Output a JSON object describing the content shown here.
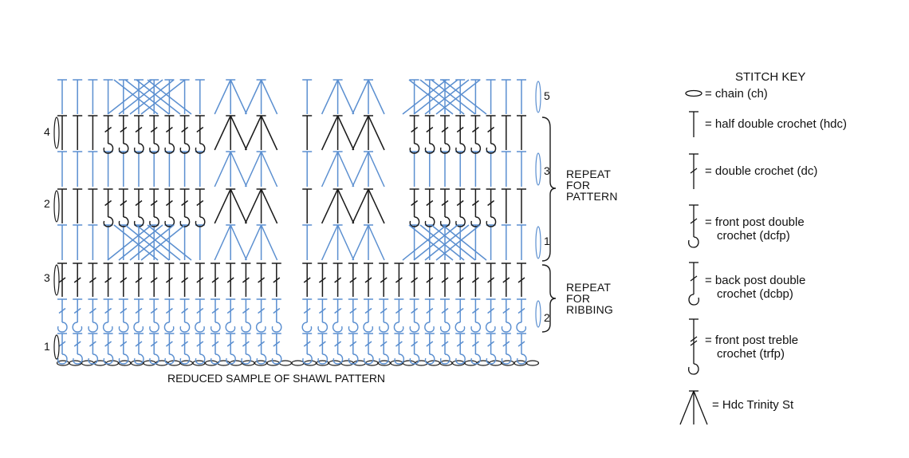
{
  "diagram": {
    "caption": "REDUCED SAMPLE OF SHAWL PATTERN",
    "row_numbers_left": [
      "4",
      "2",
      "3",
      "1"
    ],
    "row_numbers_right": [
      "5",
      "3",
      "1",
      "2"
    ],
    "repeat_pattern": [
      "REPEAT",
      "FOR",
      "PATTERN"
    ],
    "repeat_ribbing": [
      "REPEAT",
      "FOR",
      "RIBBING"
    ],
    "colors": {
      "blue": "#5b8fd0",
      "black": "#1a1a1a"
    }
  },
  "stitch_key": {
    "title": "STITCH KEY",
    "items": [
      {
        "icon": "chain-icon",
        "lines": [
          "= chain (ch)"
        ]
      },
      {
        "icon": "hdc-icon",
        "lines": [
          "= half double crochet (hdc)"
        ]
      },
      {
        "icon": "dc-icon",
        "lines": [
          "= double crochet (dc)"
        ]
      },
      {
        "icon": "dcfp-icon",
        "lines": [
          "= front post double",
          "crochet (dcfp)"
        ]
      },
      {
        "icon": "dcbp-icon",
        "lines": [
          "= back post double",
          "crochet (dcbp)"
        ]
      },
      {
        "icon": "trfp-icon",
        "lines": [
          "= front post treble",
          "crochet (trfp)"
        ]
      },
      {
        "icon": "hdc-trinity-icon",
        "lines": [
          "= Hdc Trinity St"
        ]
      }
    ]
  }
}
